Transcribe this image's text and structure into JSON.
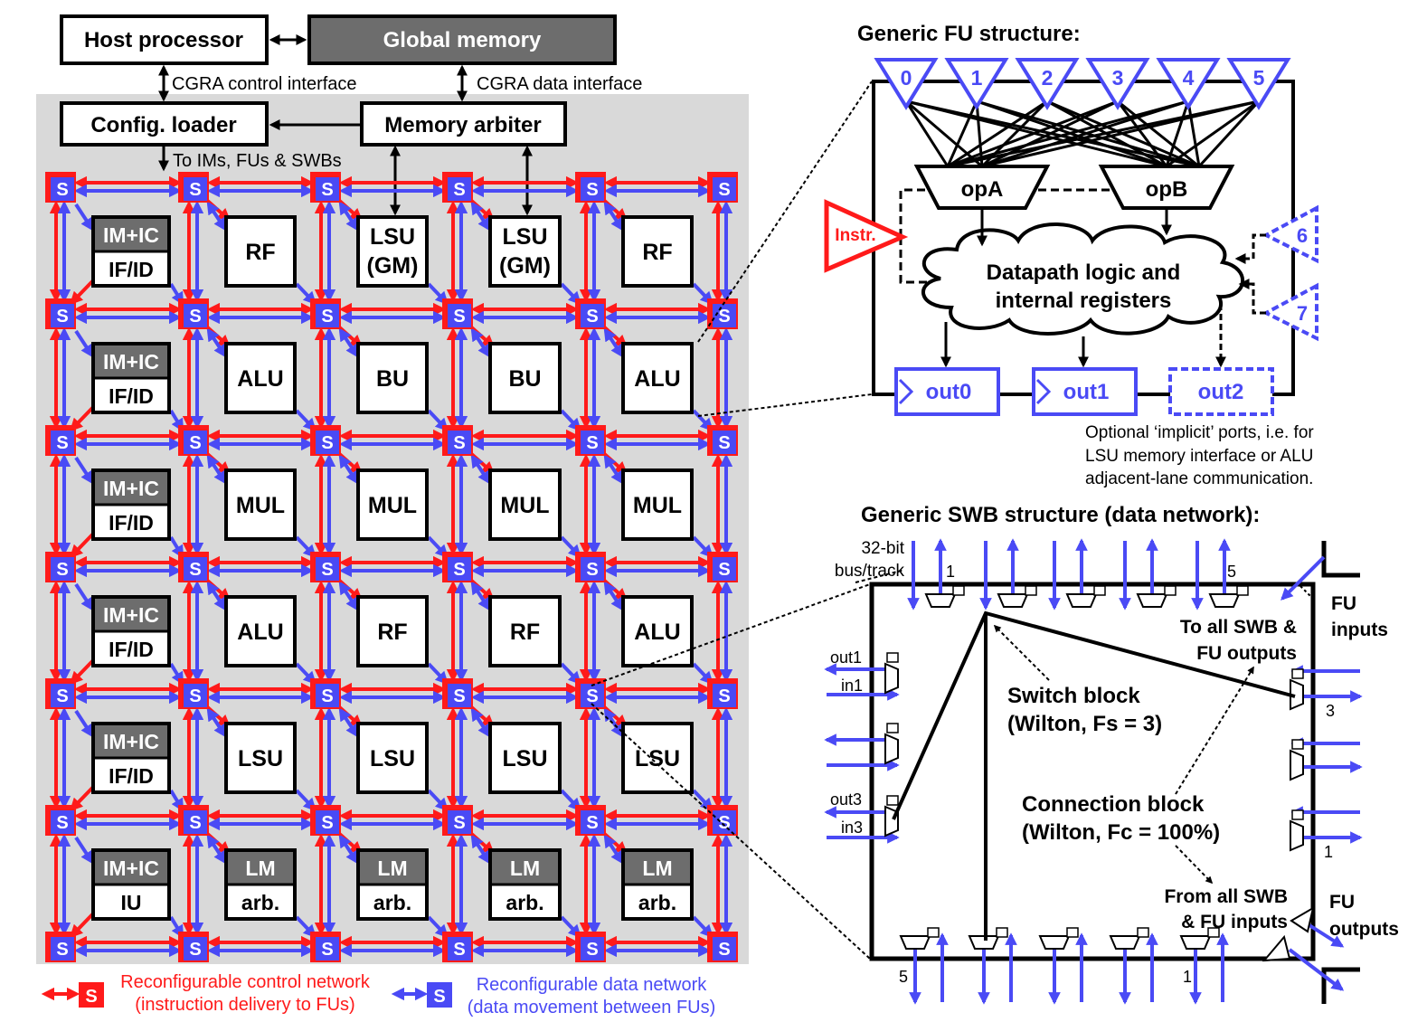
{
  "top": {
    "host": "Host processor",
    "global_memory": "Global memory",
    "control_interface": "CGRA control interface",
    "data_interface": "CGRA data interface",
    "config_loader": "Config. loader",
    "memory_arbiter": "Memory arbiter",
    "to_ims": "To IMs, FUs & SWBs"
  },
  "grid": {
    "switch_label": "S",
    "im_ic": "IM+IC",
    "if_id": "IF/ID",
    "iu": "IU",
    "lm": "LM",
    "arb": "arb.",
    "rows": [
      [
        [
          "RF"
        ],
        [
          "LSU",
          "(GM)"
        ],
        [
          "LSU",
          "(GM)"
        ],
        [
          "RF"
        ]
      ],
      [
        [
          "ALU"
        ],
        [
          "BU"
        ],
        [
          "BU"
        ],
        [
          "ALU"
        ]
      ],
      [
        [
          "MUL"
        ],
        [
          "MUL"
        ],
        [
          "MUL"
        ],
        [
          "MUL"
        ]
      ],
      [
        [
          "ALU"
        ],
        [
          "RF"
        ],
        [
          "RF"
        ],
        [
          "ALU"
        ]
      ],
      [
        [
          "LSU"
        ],
        [
          "LSU"
        ],
        [
          "LSU"
        ],
        [
          "LSU"
        ]
      ]
    ]
  },
  "legend": {
    "control_line1": "Reconfigurable control network",
    "control_line2": "(instruction delivery to FUs)",
    "data_line1": "Reconfigurable data network",
    "data_line2": "(data movement between FUs)"
  },
  "fu": {
    "title": "Generic FU structure:",
    "inputs": [
      "0",
      "1",
      "2",
      "3",
      "4",
      "5"
    ],
    "implicit_inputs": [
      "6",
      "7"
    ],
    "opA": "opA",
    "opB": "opB",
    "instr": "Instr.",
    "datapath_line1": "Datapath logic and",
    "datapath_line2": "internal registers",
    "out0": "out0",
    "out1": "out1",
    "out2": "out2",
    "note_line1": "Optional ‘implicit’ ports, i.e. for",
    "note_line2": "LSU memory interface or ALU",
    "note_line3": "adjacent-lane communication."
  },
  "swb": {
    "title": "Generic SWB structure (data network):",
    "bus_line1": "32-bit",
    "bus_line2": "bus/track",
    "top_index_first": "1",
    "top_index_last": "5",
    "out1": "out1",
    "in1": "in1",
    "out3": "out3",
    "in3": "in3",
    "to_all_line1": "To all SWB &",
    "to_all_line2": "FU outputs",
    "fu_inputs_line1": "FU",
    "fu_inputs_line2": "inputs",
    "switch_block_line1": "Switch block",
    "switch_block_line2": "(Wilton, Fs = 3)",
    "connection_block_line1": "Connection block",
    "connection_block_line2": "(Wilton, Fc = 100%)",
    "right_index_3": "3",
    "right_index_1": "1",
    "from_all_line1": "From all SWB",
    "from_all_line2": "& FU inputs",
    "fu_outputs_line1": "FU",
    "fu_outputs_line2": "outputs",
    "bottom_index_first": "5",
    "bottom_index_last": "1"
  },
  "colors": {
    "control": "#ff1a1a",
    "data": "#4a4af5",
    "panel": "#d9d9d9",
    "dark_box": "#6d6d6d"
  }
}
